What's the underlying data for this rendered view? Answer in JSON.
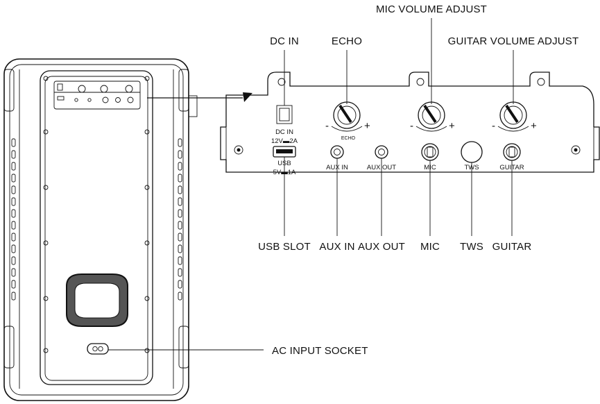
{
  "callouts": {
    "dc_in": "DC IN",
    "echo": "ECHO",
    "mic_volume_adjust": "MIC VOLUME ADJUST",
    "guitar_volume_adjust": "GUITAR VOLUME ADJUST",
    "usb_slot": "USB SLOT",
    "aux_in": "AUX IN",
    "aux_out": "AUX OUT",
    "mic": "MIC",
    "tws": "TWS",
    "guitar": "GUITAR",
    "ac_input_socket": "AC INPUT SOCKET"
  },
  "panel_labels": {
    "dc_in": "DC IN",
    "dc_rating": "12V▬2A",
    "usb": "USB",
    "usb_rating": "5V▬1A",
    "echo_knob": "ECHO",
    "aux_in": "AUX IN",
    "aux_out": "AUX OUT",
    "mic": "MIC",
    "tws": "TWS",
    "guitar": "GUITAR",
    "minus": "-",
    "plus": "+"
  }
}
